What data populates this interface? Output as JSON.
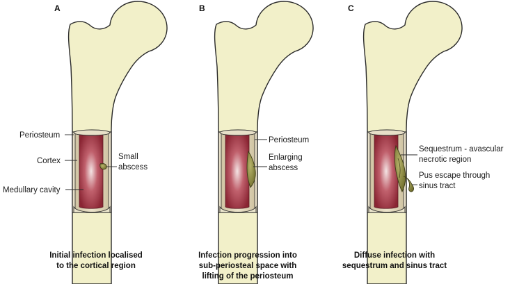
{
  "panels": [
    {
      "letter": "A",
      "labels": {
        "periosteum": "Periosteum",
        "cortex": "Cortex",
        "medullary": "Medullary cavity",
        "abscess_1": "Small",
        "abscess_2": "abscess"
      },
      "caption": [
        "Initial infection localised",
        "to the cortical region"
      ]
    },
    {
      "letter": "B",
      "labels": {
        "periosteum": "Periosteum",
        "abscess_1": "Enlarging",
        "abscess_2": "abscess"
      },
      "caption": [
        "Infection progression into",
        "sub-periosteal space with",
        "lifting of the periosteum"
      ]
    },
    {
      "letter": "C",
      "labels": {
        "sequestrum_1": "Sequestrum - avascular",
        "sequestrum_2": "necrotic region",
        "pus_1": "Pus escape through",
        "pus_2": "sinus tract"
      },
      "caption": [
        "Diffuse infection with",
        "sequestrum and sinus tract"
      ]
    }
  ],
  "colors": {
    "bone": "#f2f0c9",
    "periosteum": "#e7dfc8",
    "cortex": "#dcd2b4",
    "marrow": "#9c2f3c",
    "abscess": "#8a8740",
    "outline": "#2a2a2a"
  }
}
